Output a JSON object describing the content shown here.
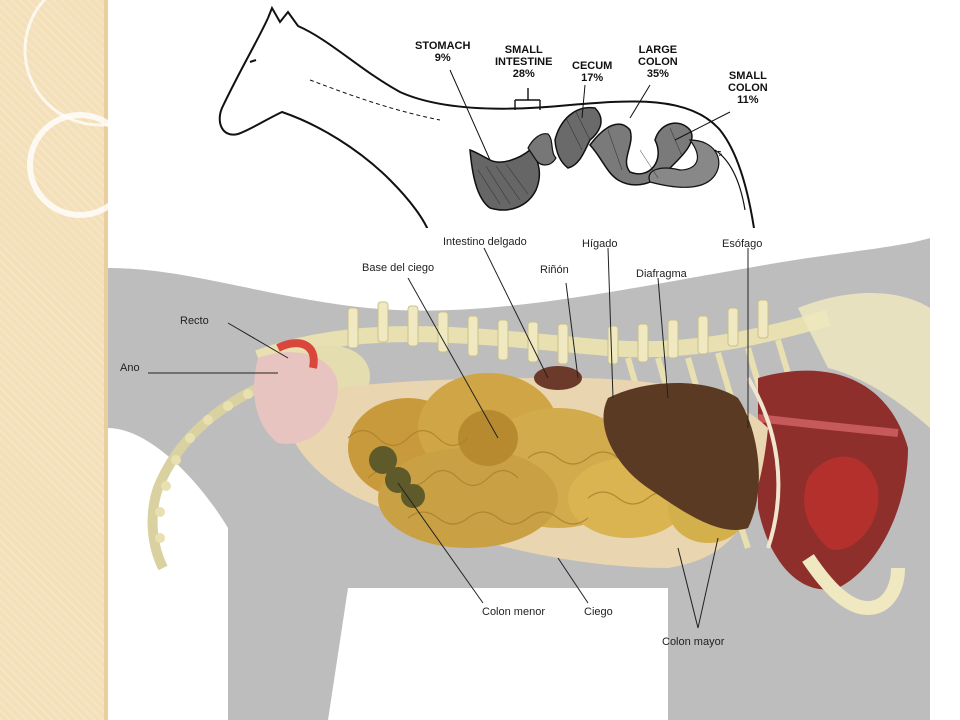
{
  "top_diagram": {
    "labels": [
      {
        "id": "stomach",
        "name": "STOMACH",
        "pct": "9%"
      },
      {
        "id": "small_intestine",
        "name1": "SMALL",
        "name2": "INTESTINE",
        "pct": "28%"
      },
      {
        "id": "cecum",
        "name": "CECUM",
        "pct": "17%"
      },
      {
        "id": "large_colon",
        "name1": "LARGE",
        "name2": "COLON",
        "pct": "35%"
      },
      {
        "id": "small_colon",
        "name1": "SMALL",
        "name2": "COLON",
        "pct": "11%"
      }
    ]
  },
  "bottom_diagram": {
    "labels": {
      "intestino_delgado": "Intestino delgado",
      "higado": "Hígado",
      "esofago": "Esófago",
      "base_del_ciego": "Base del ciego",
      "rinon": "Riñón",
      "diafragma": "Diafragma",
      "recto": "Recto",
      "ano": "Ano",
      "colon_menor": "Colon menor",
      "ciego": "Ciego",
      "colon_mayor": "Colon mayor"
    }
  },
  "colors": {
    "sidebar": "#f3dfb8",
    "liver": "#5a3a22",
    "intestine": "#c89a3c",
    "muscle": "#a23a36",
    "bone": "#efe8c0",
    "silhouette": "#bdbdbd"
  }
}
